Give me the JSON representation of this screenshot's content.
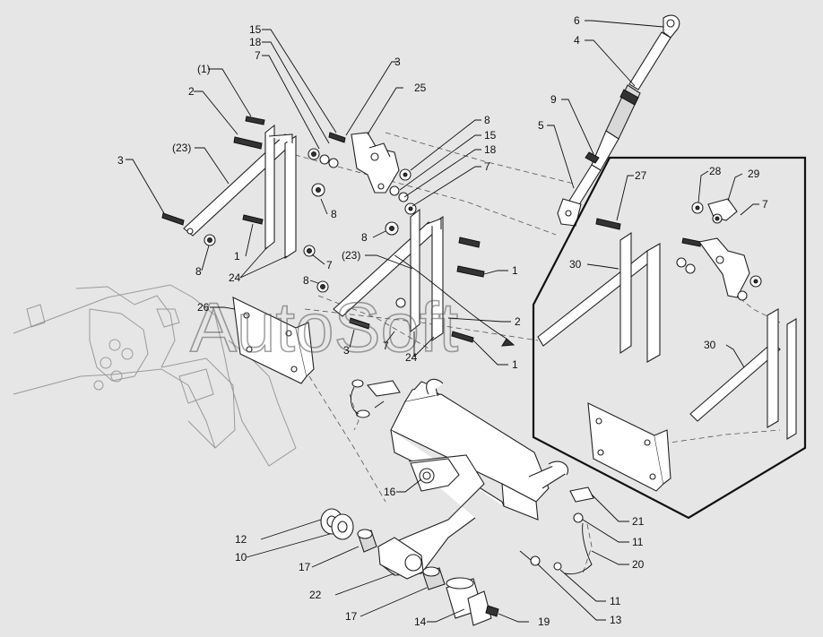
{
  "watermark": "AutoSoft",
  "callouts": [
    {
      "id": "c-15a",
      "text": "15"
    },
    {
      "id": "c-18a",
      "text": "18"
    },
    {
      "id": "c-7a",
      "text": "7"
    },
    {
      "id": "c-3a",
      "text": "3"
    },
    {
      "id": "c-25",
      "text": "25"
    },
    {
      "id": "c-1p",
      "text": "(1)"
    },
    {
      "id": "c-2a",
      "text": "2"
    },
    {
      "id": "c-23a",
      "text": "(23)"
    },
    {
      "id": "c-3b",
      "text": "3"
    },
    {
      "id": "c-8a",
      "text": "8"
    },
    {
      "id": "c-8b",
      "text": "8"
    },
    {
      "id": "c-1a",
      "text": "1"
    },
    {
      "id": "c-24a",
      "text": "24"
    },
    {
      "id": "c-7b",
      "text": "7"
    },
    {
      "id": "c-8c",
      "text": "8"
    },
    {
      "id": "c-15b",
      "text": "15"
    },
    {
      "id": "c-18b",
      "text": "18"
    },
    {
      "id": "c-7c",
      "text": "7"
    },
    {
      "id": "c-8d",
      "text": "8"
    },
    {
      "id": "c-23b",
      "text": "(23)"
    },
    {
      "id": "c-1b",
      "text": "1"
    },
    {
      "id": "c-8e",
      "text": "8"
    },
    {
      "id": "c-26",
      "text": "26"
    },
    {
      "id": "c-2b",
      "text": "2"
    },
    {
      "id": "c-3c",
      "text": "3"
    },
    {
      "id": "c-7d",
      "text": "7"
    },
    {
      "id": "c-24b",
      "text": "24"
    },
    {
      "id": "c-1c",
      "text": "1"
    },
    {
      "id": "c-6",
      "text": "6"
    },
    {
      "id": "c-4",
      "text": "4"
    },
    {
      "id": "c-9",
      "text": "9"
    },
    {
      "id": "c-5",
      "text": "5"
    },
    {
      "id": "c-27",
      "text": "27"
    },
    {
      "id": "c-28",
      "text": "28"
    },
    {
      "id": "c-29",
      "text": "29"
    },
    {
      "id": "c-7e",
      "text": "7"
    },
    {
      "id": "c-30a",
      "text": "30"
    },
    {
      "id": "c-30b",
      "text": "30"
    },
    {
      "id": "c-16",
      "text": "16"
    },
    {
      "id": "c-21",
      "text": "21"
    },
    {
      "id": "c-11a",
      "text": "11"
    },
    {
      "id": "c-20",
      "text": "20"
    },
    {
      "id": "c-12",
      "text": "12"
    },
    {
      "id": "c-10",
      "text": "10"
    },
    {
      "id": "c-17a",
      "text": "17"
    },
    {
      "id": "c-22",
      "text": "22"
    },
    {
      "id": "c-11b",
      "text": "11"
    },
    {
      "id": "c-17b",
      "text": "17"
    },
    {
      "id": "c-14",
      "text": "14"
    },
    {
      "id": "c-19",
      "text": "19"
    },
    {
      "id": "c-13",
      "text": "13"
    }
  ]
}
